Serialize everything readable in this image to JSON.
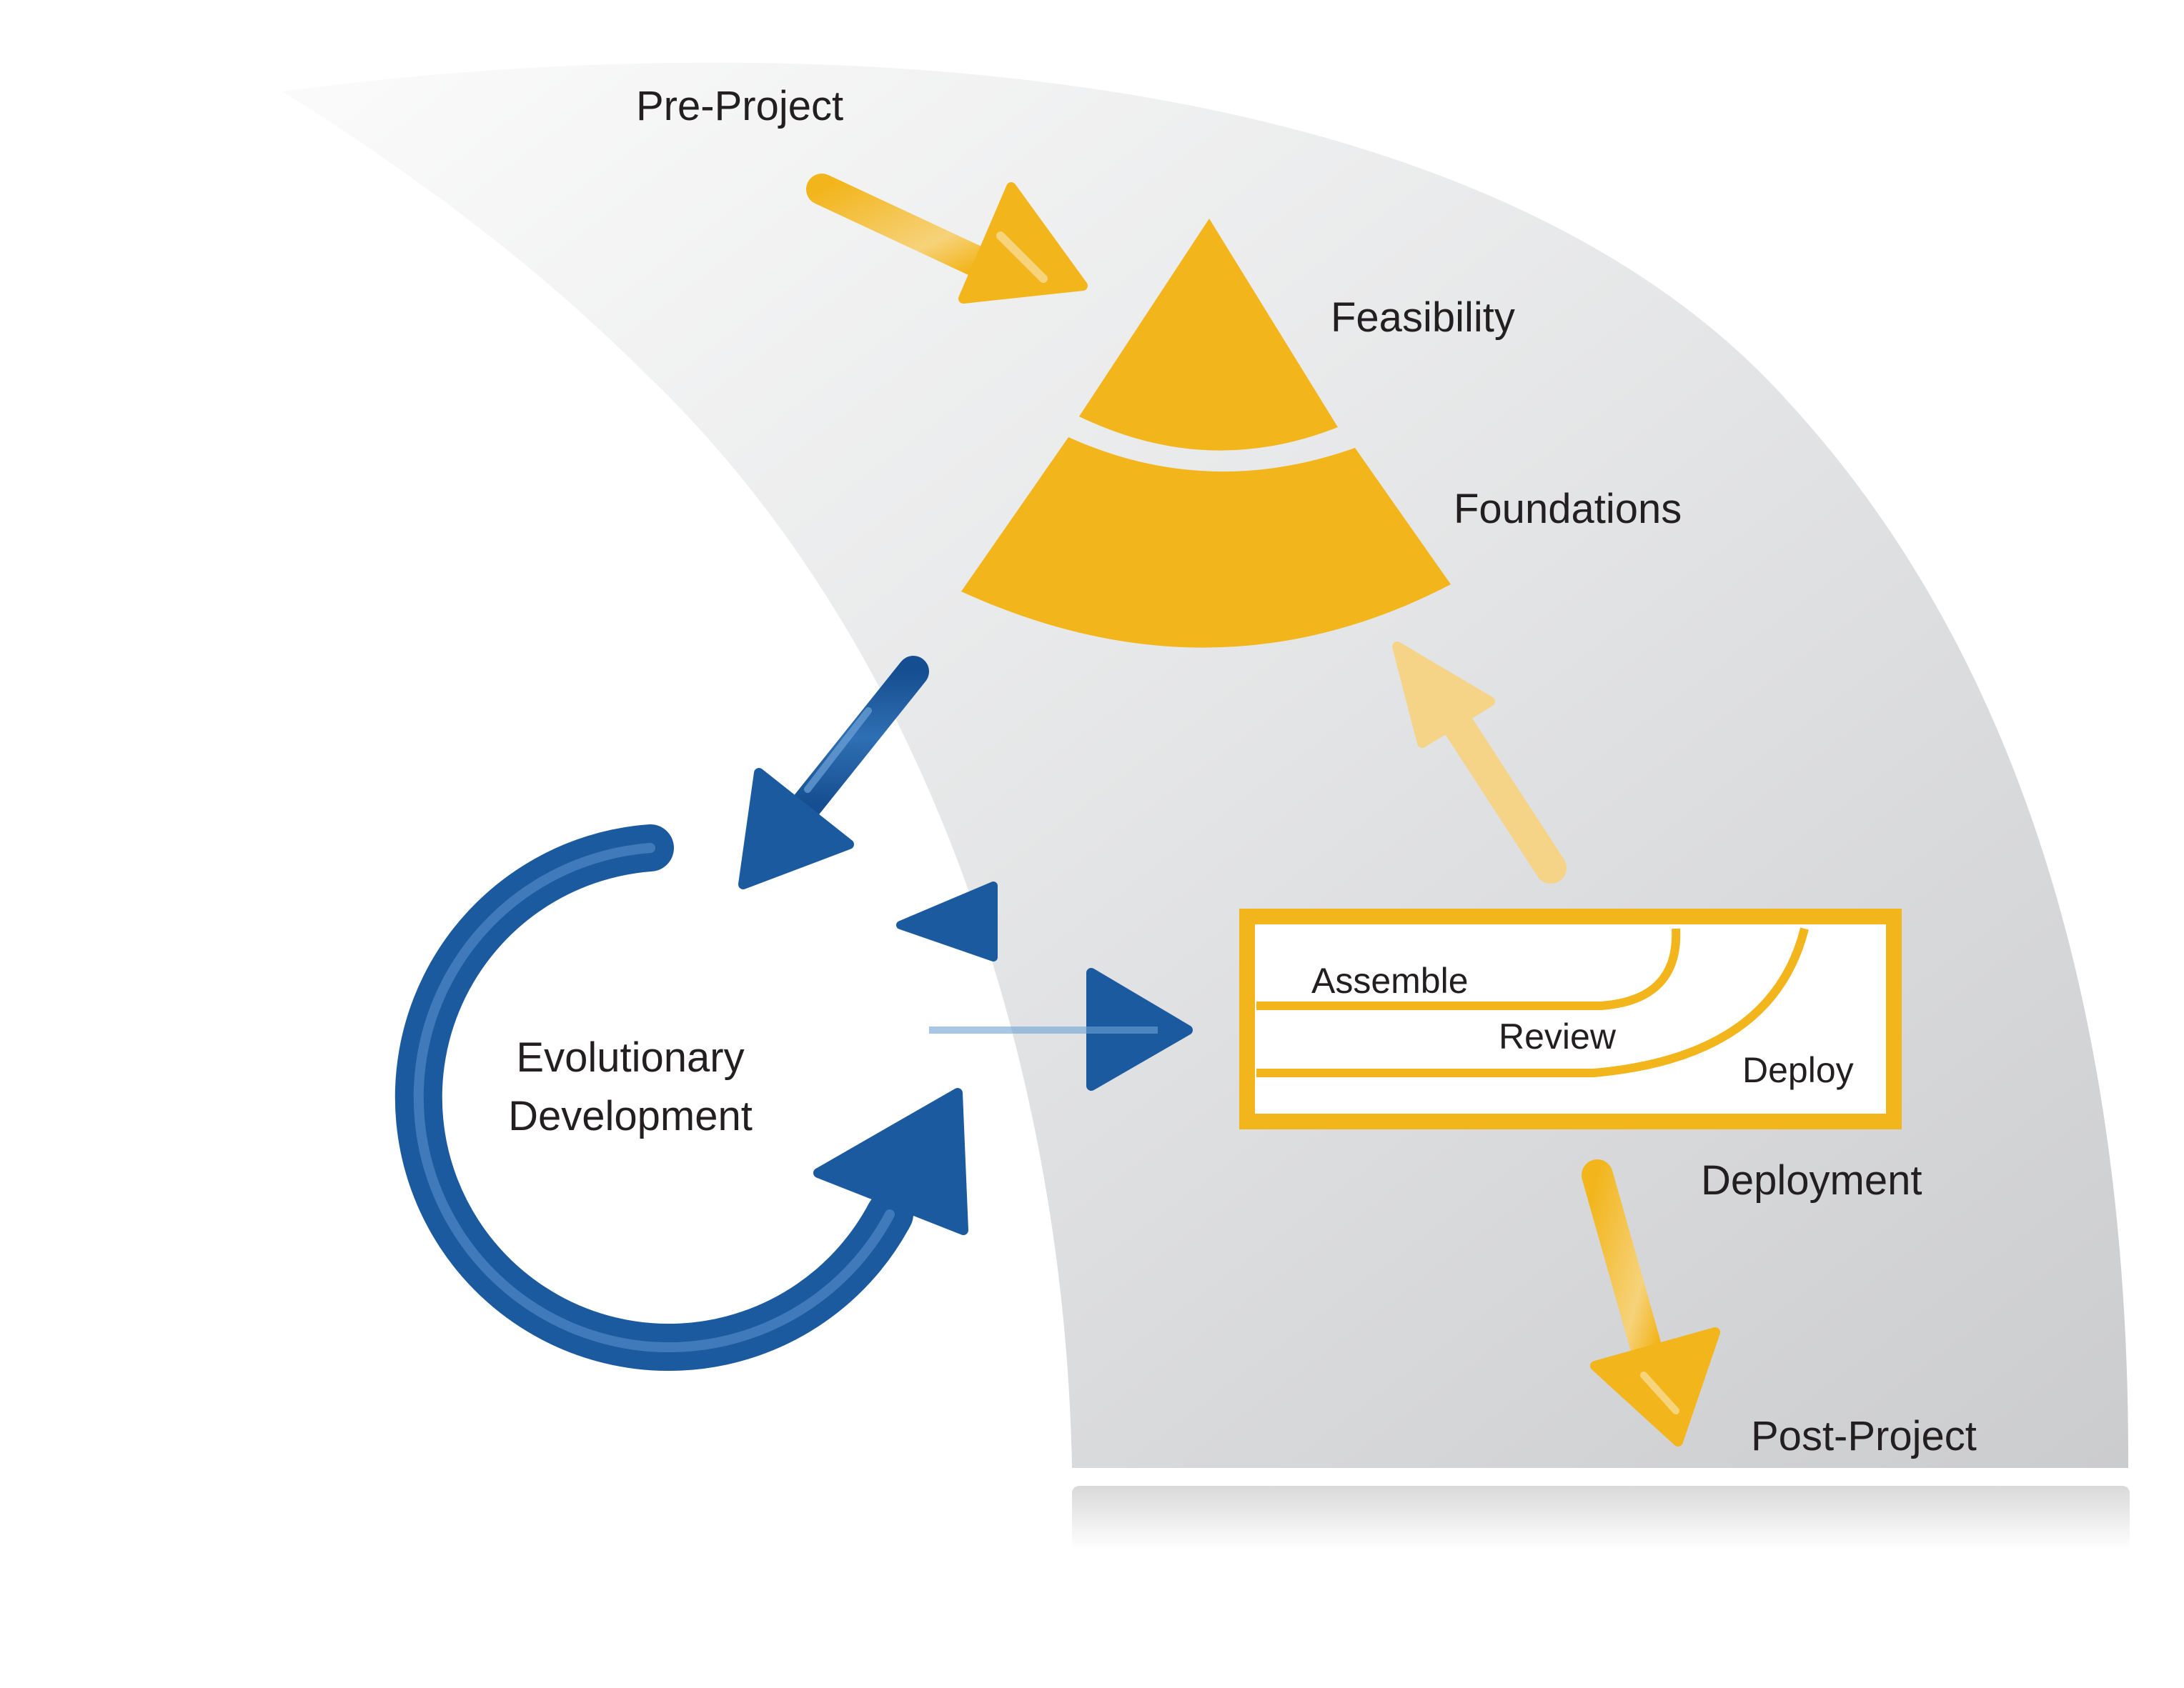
{
  "labels": {
    "pre_project": "Pre-Project",
    "feasibility": "Feasibility",
    "foundations": "Foundations",
    "evolutionary_line1": "Evolutionary",
    "evolutionary_line2": "Development",
    "assemble": "Assemble",
    "review": "Review",
    "deploy": "Deploy",
    "deployment": "Deployment",
    "post_project": "Post-Project"
  },
  "colors": {
    "gold": "#f2b51c",
    "gold_light": "#f5d488",
    "blue": "#1c5aa0",
    "blue_highlight": "#6fa3d8",
    "band_light": "#f7f8f8",
    "band_dark": "#cfd0d2",
    "text": "#231f20"
  },
  "icons": {
    "pre_project_arrow": "arrow-down-right-icon",
    "to_evolutionary_arrow": "arrow-down-left-icon",
    "cycle_arrow": "circular-arrow-icon",
    "return_arrow": "arrow-left-icon",
    "to_deployment_arrow": "arrow-right-icon",
    "back_to_foundations_arrow": "arrow-up-left-icon",
    "post_project_arrow": "arrow-down-icon"
  }
}
